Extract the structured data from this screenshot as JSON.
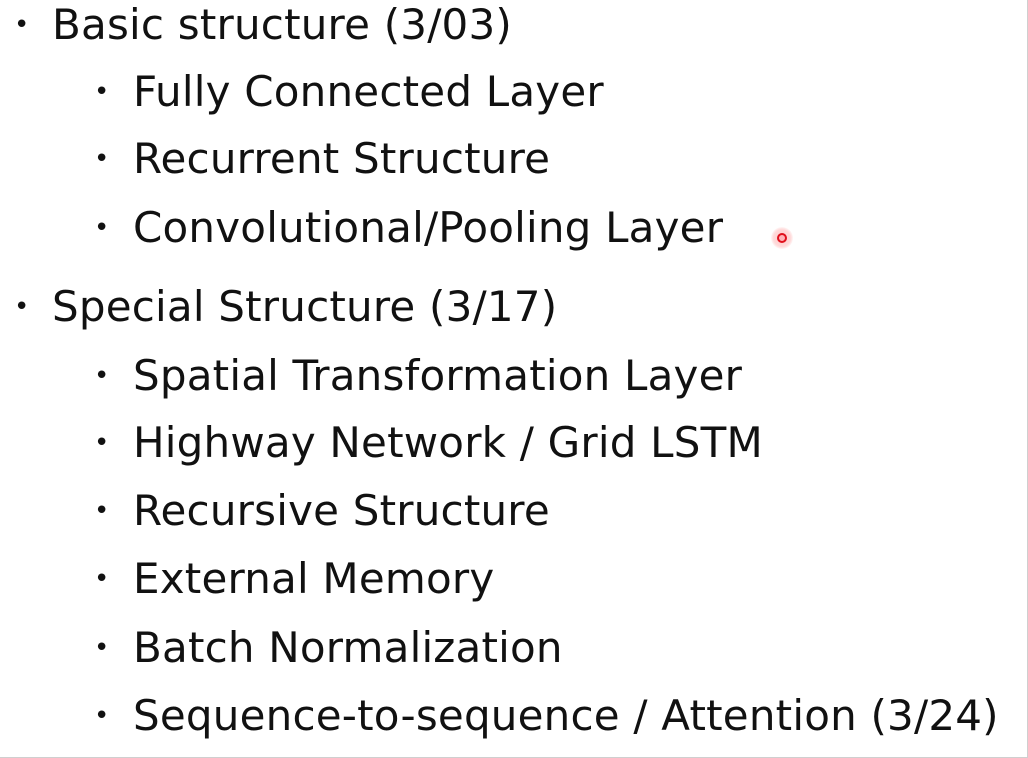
{
  "slide": {
    "bullet_glyph": "•",
    "sections": [
      {
        "label": "Basic structure (3/03)",
        "items": [
          "Fully Connected Layer",
          "Recurrent Structure",
          "Convolutional/Pooling Layer"
        ]
      },
      {
        "label": "Special Structure (3/17)",
        "items": [
          "Spatial Transformation Layer",
          "Highway Network / Grid LSTM",
          "Recursive Structure",
          "External Memory",
          "Batch Normalization",
          "Sequence-to-sequence / Attention (3/24)"
        ]
      }
    ]
  },
  "colors": {
    "text": "#111111",
    "background": "#ffffff",
    "laser_pointer": "#e0101c"
  },
  "icons": {
    "laser_pointer": "laser-pointer-icon"
  }
}
